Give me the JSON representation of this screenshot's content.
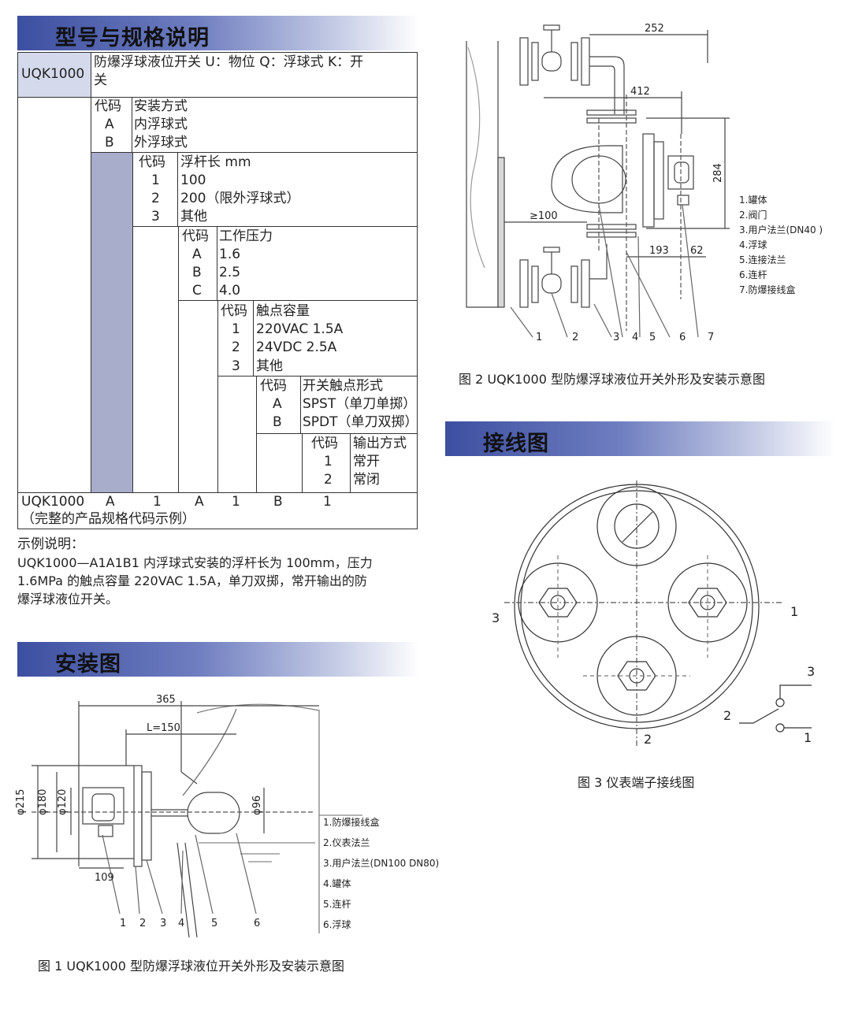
{
  "sections": {
    "model": "型号与规格说明",
    "install": "安装图",
    "wiring": "接线图"
  },
  "spec_table": {
    "header_code": "UQK1000",
    "header_desc_1": "防爆浮球液位开关 U：物位 Q：浮球式 K：开",
    "header_desc_2": "关",
    "mount": {
      "code_label": "代码",
      "title": "安装方式",
      "codes": [
        "A",
        "B"
      ],
      "items": [
        "内浮球式",
        "外浮球式"
      ]
    },
    "rod": {
      "code_label": "代码",
      "title": "浮杆长 mm",
      "codes": [
        "1",
        "2",
        "3"
      ],
      "items": [
        "100",
        "200（限外浮球式）",
        "其他"
      ]
    },
    "pressure": {
      "code_label": "代码",
      "title": "工作压力",
      "codes": [
        "A",
        "B",
        "C"
      ],
      "items": [
        "1.6",
        "2.5",
        "4.0"
      ]
    },
    "contact": {
      "code_label": "代码",
      "title": "触点容量",
      "codes": [
        "1",
        "2",
        "3"
      ],
      "items": [
        "220VAC 1.5A",
        "24VDC  2.5A",
        "其他"
      ]
    },
    "switch": {
      "code_label": "代码",
      "title": "开关触点形式",
      "codes": [
        "A",
        "B"
      ],
      "items": [
        "SPST（单刀单掷）",
        "SPDT（单刀双掷）"
      ]
    },
    "output": {
      "code_label": "代码",
      "title": "输出方式",
      "codes": [
        "1",
        "2"
      ],
      "items": [
        "常开",
        "常闭"
      ]
    },
    "example_code": [
      "UQK1000",
      "A",
      "1",
      "A",
      "1",
      "B",
      "1"
    ],
    "example_note": "（完整的产品规格代码示例）"
  },
  "example": {
    "title": "示例说明：",
    "line1": "UQK1000—A1A1B1 内浮球式安装的浮杆长为 100mm，压力",
    "line2": "1.6MPa 的触点容量 220VAC 1.5A，单刀双掷，常开输出的防",
    "line3": "爆浮球液位开关。"
  },
  "fig1": {
    "caption": "图 1    UQK1000 型防爆浮球液位开关外形及安装示意图",
    "dims": {
      "overall": "365",
      "l": "L=150",
      "d215": "φ215",
      "d180": "φ180",
      "d120": "φ120",
      "d96": "φ96",
      "w109": "109"
    },
    "numbers": [
      "1",
      "2",
      "3",
      "4",
      "5",
      "6"
    ],
    "legend": [
      "1.防爆接线盒",
      "2.仪表法兰",
      "3.用户法兰(DN100  DN80)",
      "4.罐体",
      "5.连杆",
      "6.浮球"
    ]
  },
  "fig2": {
    "caption": "图 2    UQK1000 型防爆浮球液位开关外形及安装示意图",
    "dims": {
      "d252": "252",
      "d412": "412",
      "d284": "284",
      "d100": "≥100",
      "d193": "193",
      "d62": "62"
    },
    "numbers": [
      "1",
      "2",
      "3",
      "4",
      "5",
      "6",
      "7"
    ],
    "legend": [
      "1.罐体",
      "2.阀门",
      "3.用户法兰(DN40 )",
      "4.浮球",
      "5.连接法兰",
      "6.连杆",
      "7.防爆接线盒"
    ]
  },
  "fig3": {
    "caption": "图 3  仪表端子接线图",
    "terminal_labels": {
      "left": "3",
      "right": "1",
      "bottom": "2"
    },
    "switch_labels": {
      "top": "3",
      "middle": "2",
      "bottom": "1"
    }
  },
  "colors": {
    "band_start": "#3d4fa1",
    "band_end": "#ffffff",
    "cell_blue": "#d4d9ec",
    "cell_gray": "#a7adcb"
  }
}
